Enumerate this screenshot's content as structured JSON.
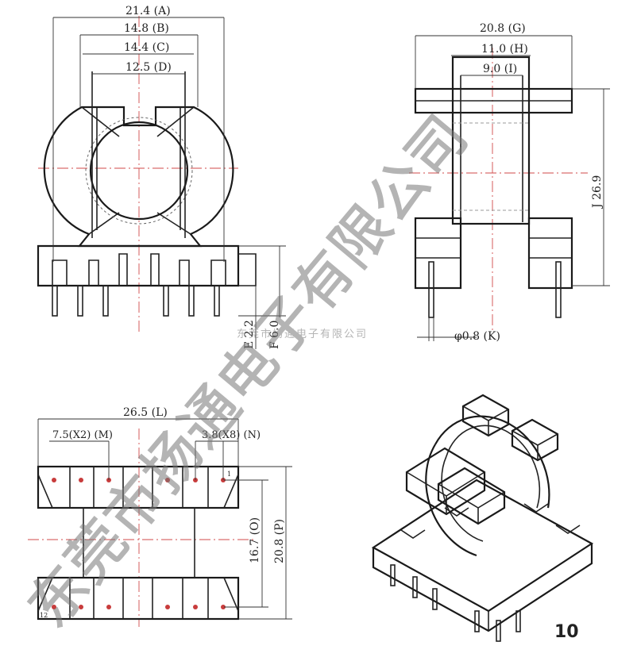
{
  "views": {
    "front": {
      "dims": [
        {
          "value": "21.4",
          "letter": "A"
        },
        {
          "value": "14.8",
          "letter": "B"
        },
        {
          "value": "14.4",
          "letter": "C"
        },
        {
          "value": "12.5",
          "letter": "D"
        },
        {
          "value": "2.2",
          "letter": "E"
        },
        {
          "value": "6.0",
          "letter": "F"
        }
      ]
    },
    "side": {
      "dims": [
        {
          "value": "20.8",
          "letter": "G"
        },
        {
          "value": "11.0",
          "letter": "H"
        },
        {
          "value": "9.0",
          "letter": "I"
        },
        {
          "value": "26.9",
          "letter": "J"
        },
        {
          "value": "φ0.8",
          "letter": "K"
        }
      ]
    },
    "bottom": {
      "dims": [
        {
          "value": "26.5",
          "letter": "L"
        },
        {
          "value": "7.5(X2)",
          "letter": "M"
        },
        {
          "value": "3.8(X8)",
          "letter": "N"
        },
        {
          "value": "16.7",
          "letter": "O"
        },
        {
          "value": "20.8",
          "letter": "P"
        }
      ],
      "pin_labels": {
        "first": "1",
        "last": "12"
      }
    }
  },
  "watermark_small": "东莞市扬通电子有限公司",
  "watermark_large": "东莞市扬通电子有限公司",
  "figure_number": "10",
  "colors": {
    "line": "#222222",
    "centerline": "#d24a4a",
    "pin": "#c83c3c",
    "watermark": "#777777"
  }
}
